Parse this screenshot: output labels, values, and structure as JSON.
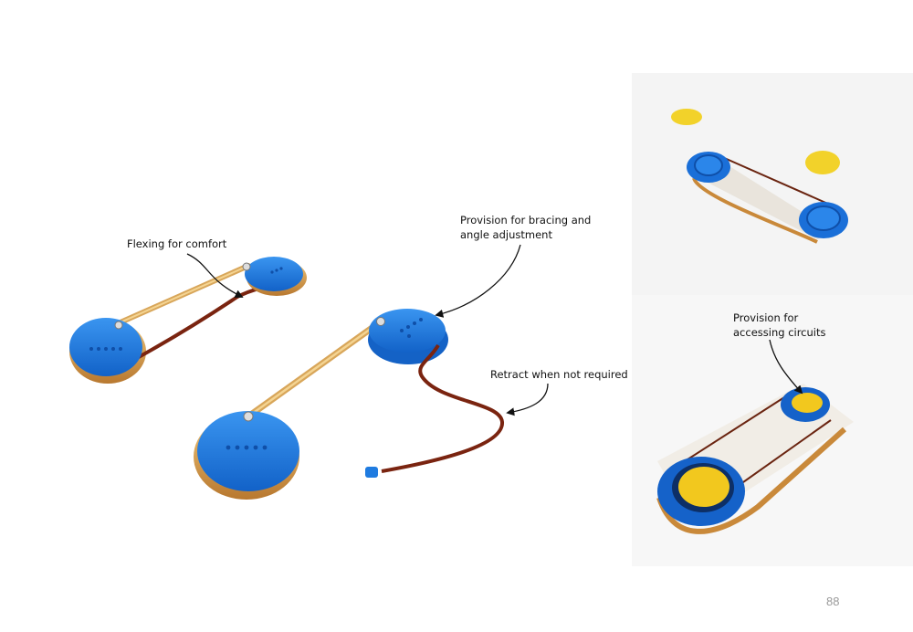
{
  "annotations": {
    "flexing": "Flexing for comfort",
    "bracing_line1": "Provision for bracing and",
    "bracing_line2": "angle adjustment",
    "retract": "Retract when not required",
    "circuits_line1": "Provision for",
    "circuits_line2": "accessing circuits"
  },
  "page_number": "88",
  "colors": {
    "blue": "#1f7be0",
    "gold": "#d9a557",
    "cord": "#8a2a1a",
    "yellow": "#f2c81e"
  }
}
